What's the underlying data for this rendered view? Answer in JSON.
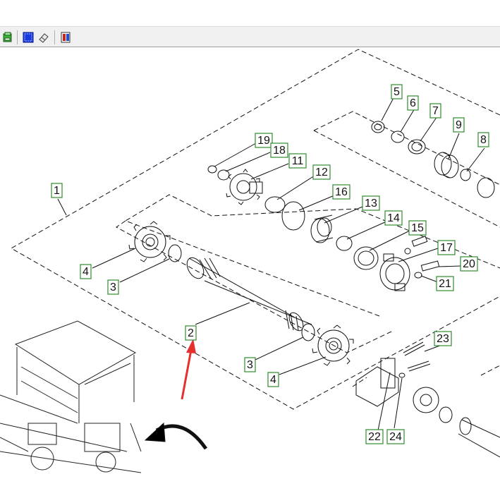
{
  "toolbar": {
    "buttons": [
      {
        "name": "print-icon"
      },
      {
        "name": "zoom-region-icon"
      },
      {
        "name": "eraser-icon"
      },
      {
        "name": "parts-list-icon"
      }
    ]
  },
  "diagram": {
    "callouts": [
      "1",
      "2",
      "3",
      "4",
      "3",
      "4",
      "5",
      "6",
      "7",
      "9",
      "8",
      "19",
      "18",
      "11",
      "12",
      "16",
      "13",
      "14",
      "15",
      "17",
      "20",
      "21",
      "23",
      "22",
      "24"
    ],
    "highlight_color": "#e53030",
    "label_border_color": "#2e8b2e"
  }
}
